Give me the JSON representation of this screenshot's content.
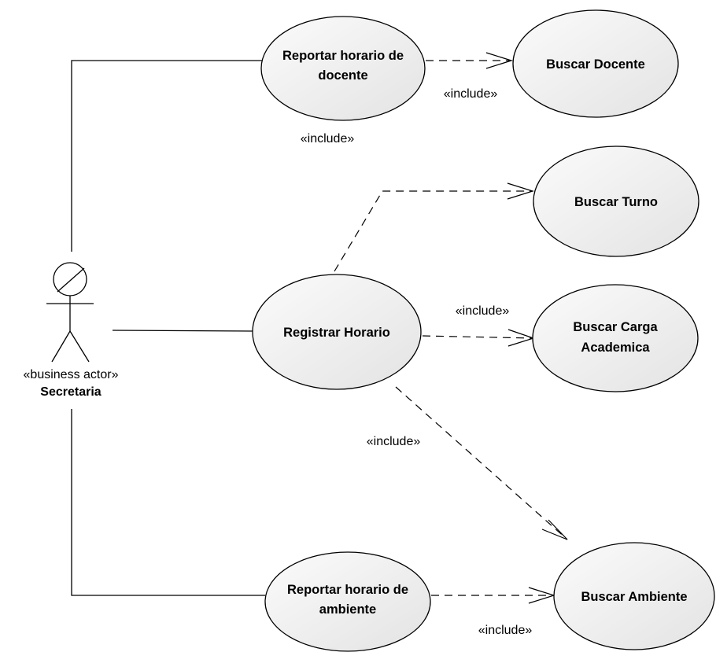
{
  "actor": {
    "stereotype": "«business actor»",
    "name": "Secretaria"
  },
  "use_cases": {
    "reportar_docente": [
      "Reportar horario de",
      "docente"
    ],
    "buscar_docente": [
      "Buscar Docente"
    ],
    "buscar_turno": [
      "Buscar Turno"
    ],
    "registrar_horario": [
      "Registrar Horario"
    ],
    "buscar_carga": [
      "Buscar Carga",
      "Academica"
    ],
    "reportar_ambiente": [
      "Reportar horario de",
      "ambiente"
    ],
    "buscar_ambiente": [
      "Buscar Ambiente"
    ]
  },
  "relationships": {
    "include_docente": "«include»",
    "include_turno": "«include»",
    "include_carga": "«include»",
    "include_ambiente_reg": "«include»",
    "include_ambiente_rep": "«include»"
  }
}
